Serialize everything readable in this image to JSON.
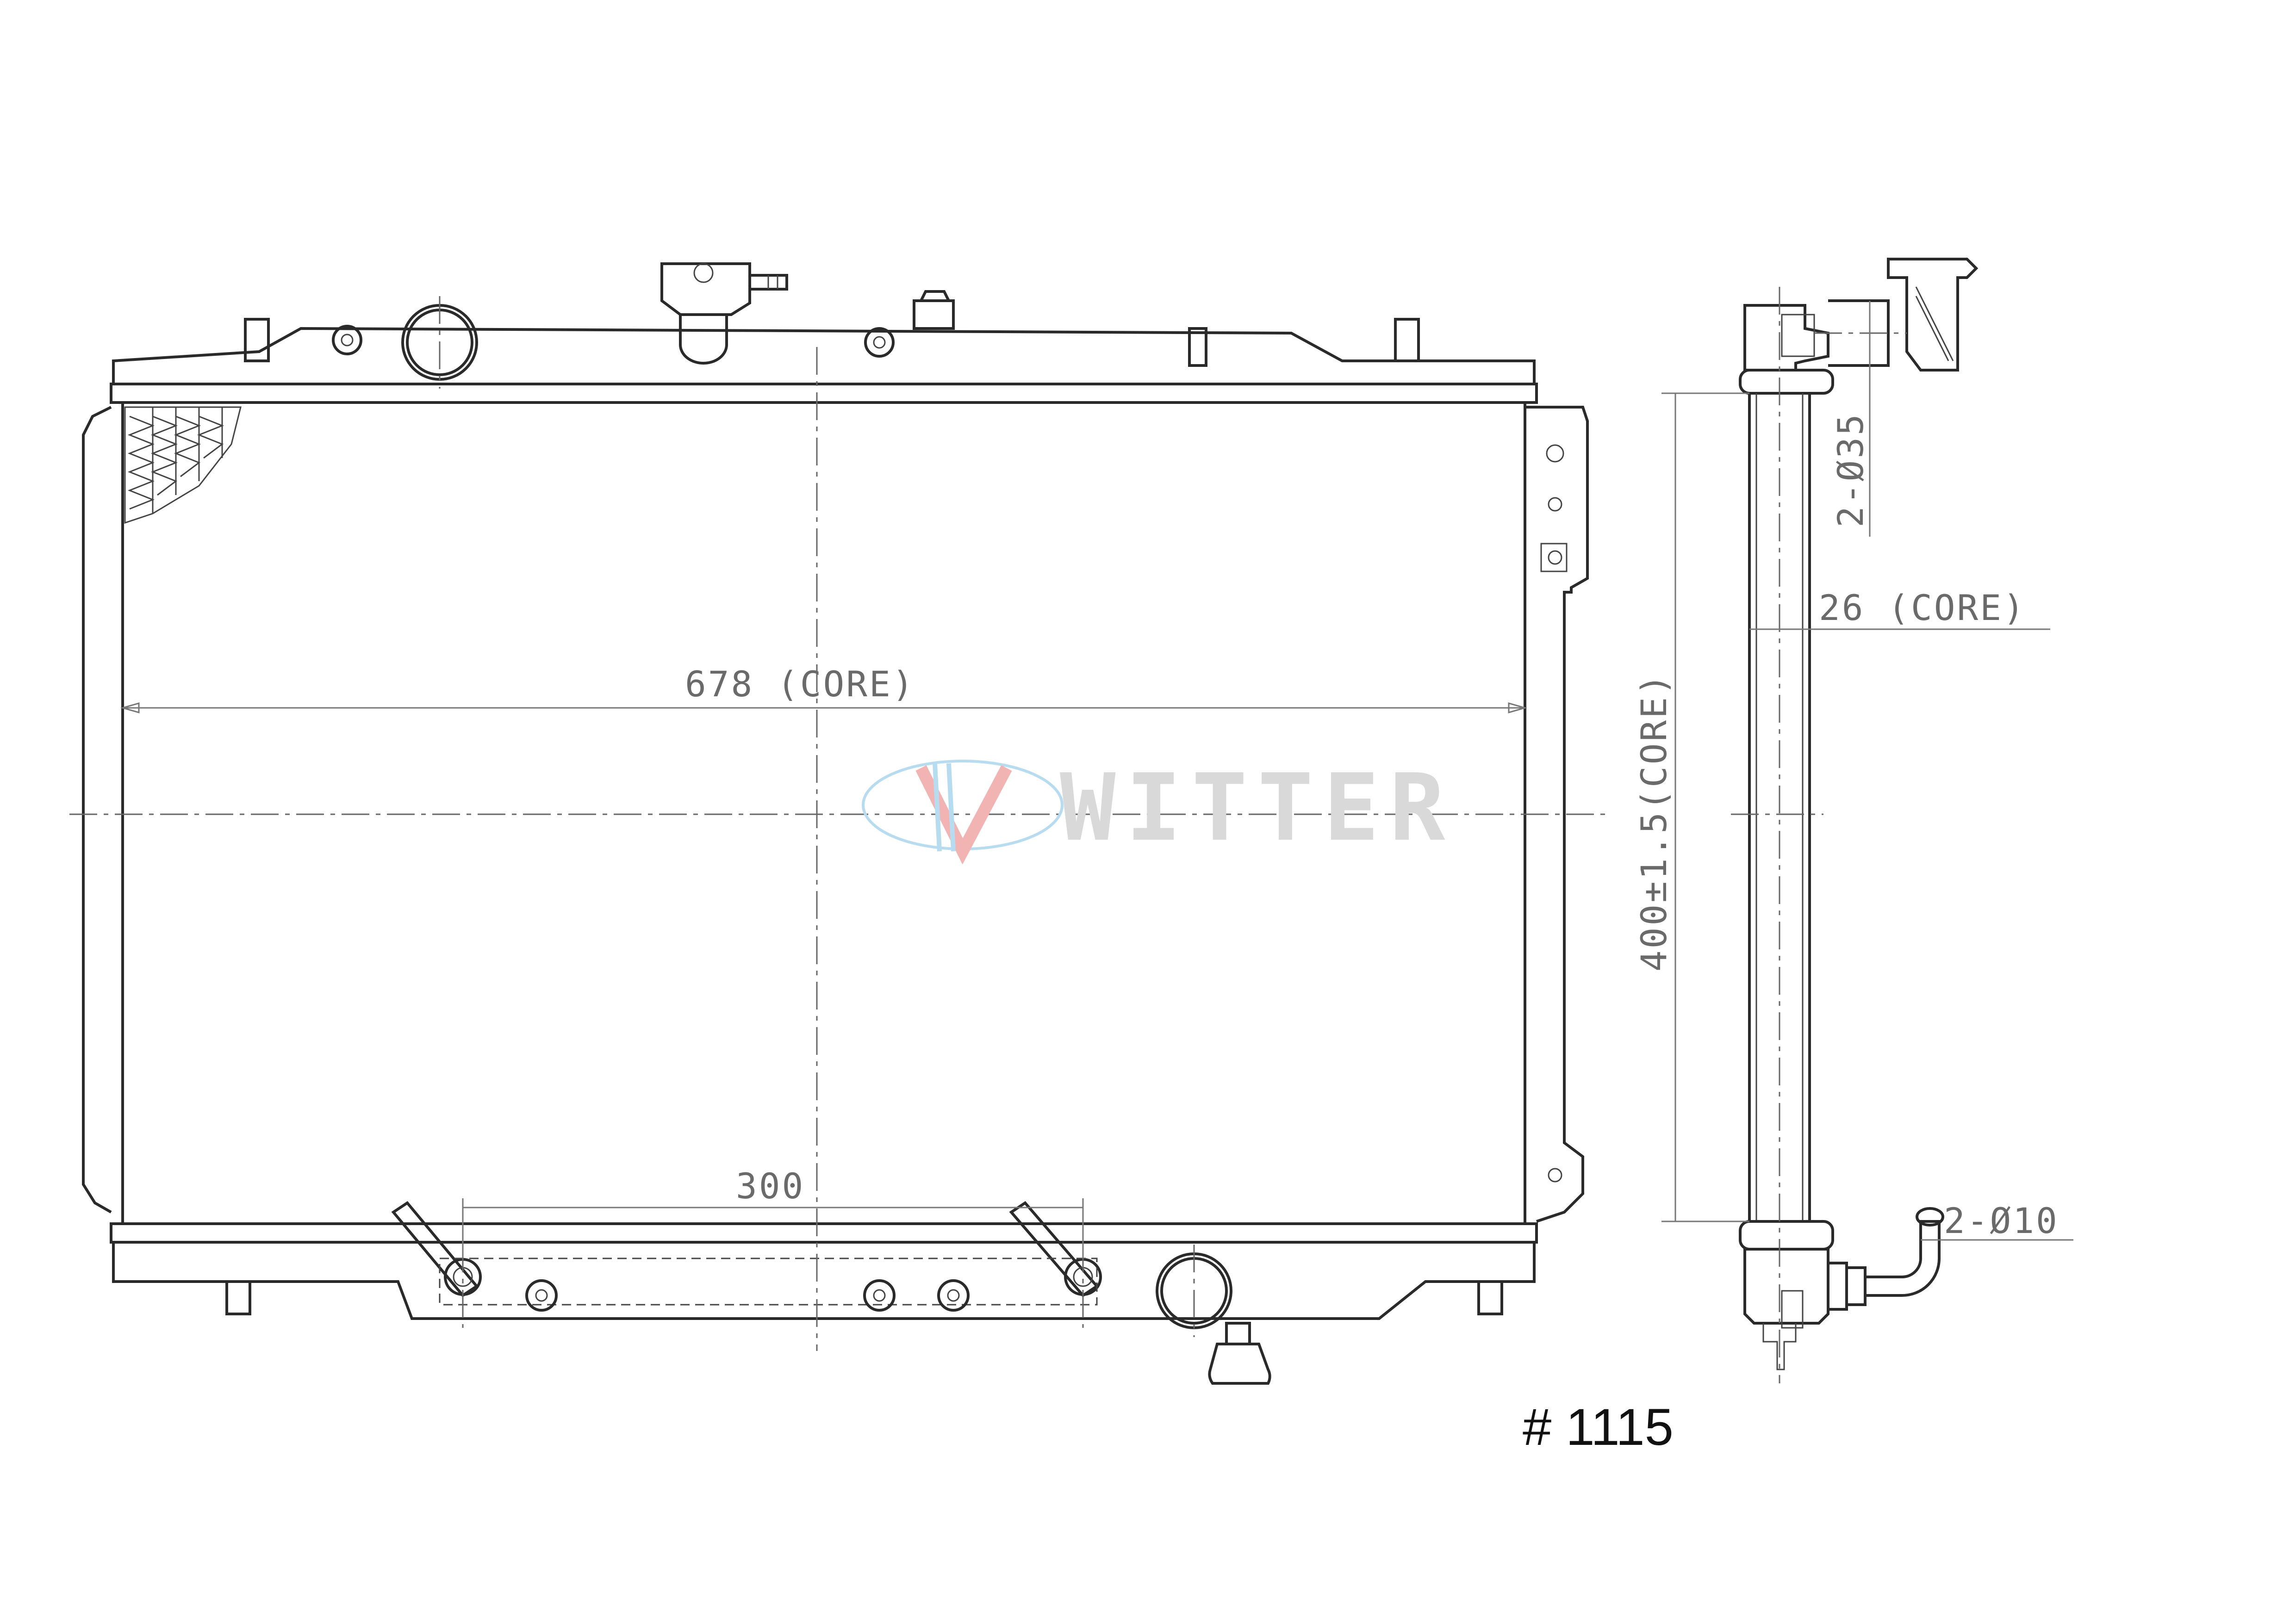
{
  "brand": {
    "name": "WITTER",
    "colors": {
      "logo_red": "#f2b3b3",
      "logo_blue": "#b7dcef",
      "watermark_gray": "#d9d9d9"
    }
  },
  "part_number": "# 1115",
  "dimensions": {
    "core_width": "678 (CORE)",
    "core_height": "400±1.5(CORE)",
    "core_thickness": "26 (CORE)",
    "outlet_spacing": "300",
    "hose_inlets": "2-Ø35",
    "trans_lines": "2-Ø10"
  }
}
